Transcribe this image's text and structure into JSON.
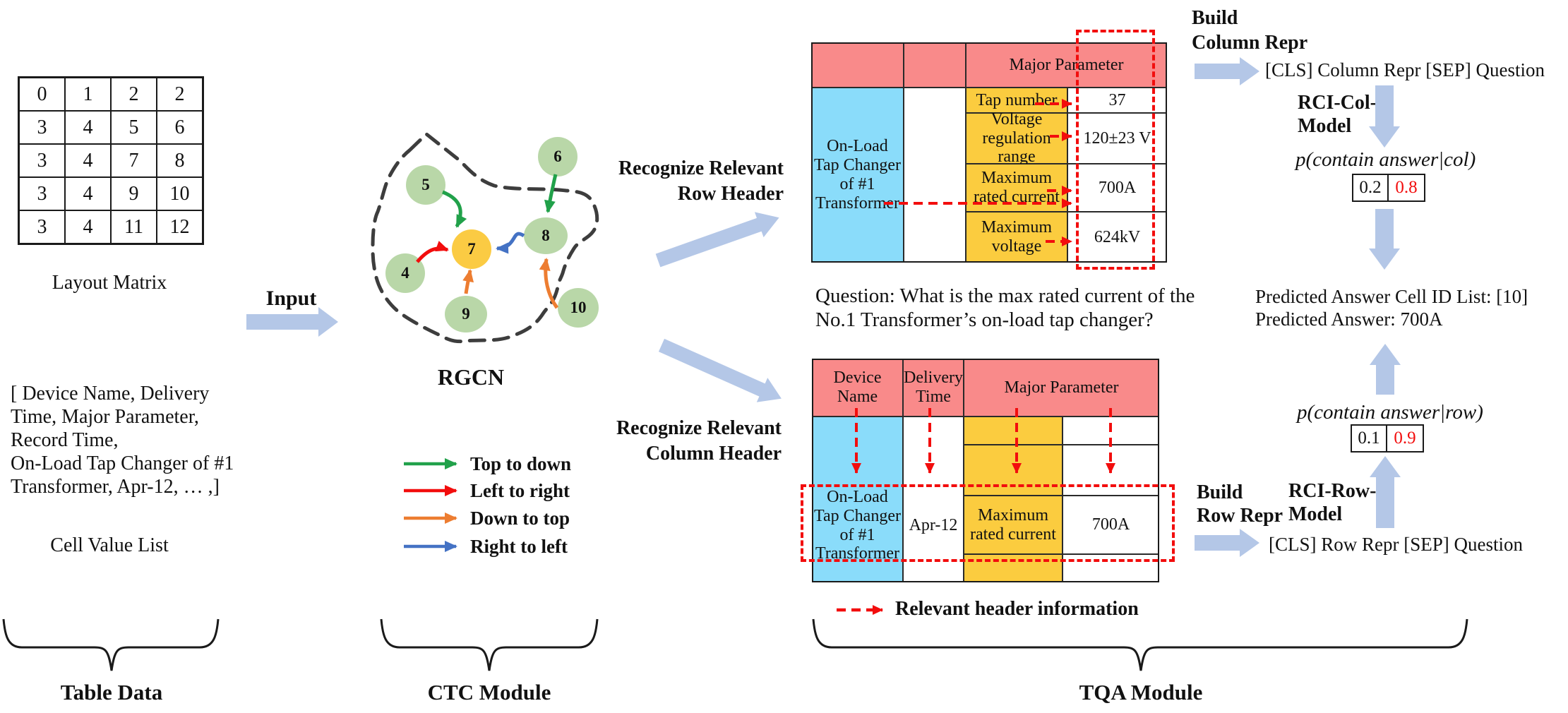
{
  "colors": {
    "header_pink": "#f98a8a",
    "row_header_cyan": "#8adcfa",
    "param_yellow": "#fbcc3f",
    "node_green": "#b9d7a8",
    "node_yellow": "#fbcb43",
    "edge_green": "#21a14a",
    "edge_red": "#f20d0d",
    "edge_orange": "#ed7d31",
    "edge_blue": "#4472c4",
    "flow_arrow_blue": "#b4c7e7"
  },
  "layout_matrix": {
    "caption": "Layout Matrix",
    "rows": [
      [
        "0",
        "1",
        "2",
        "2"
      ],
      [
        "3",
        "4",
        "5",
        "6"
      ],
      [
        "3",
        "4",
        "7",
        "8"
      ],
      [
        "3",
        "4",
        "9",
        "10"
      ],
      [
        "3",
        "4",
        "11",
        "12"
      ]
    ]
  },
  "cell_value_list": {
    "caption": "Cell Value List",
    "text": "[ Device Name, Delivery\nTime, Major Parameter,\nRecord Time,\nOn-Load Tap Changer of #1\nTransformer, Apr-12, … ,]"
  },
  "input_label": "Input",
  "rgcn": {
    "label": "RGCN",
    "nodes": [
      {
        "label": "5"
      },
      {
        "label": "6"
      },
      {
        "label": "7"
      },
      {
        "label": "8"
      },
      {
        "label": "4"
      },
      {
        "label": "9"
      },
      {
        "label": "10"
      }
    ],
    "legend": [
      {
        "label": "Top to down"
      },
      {
        "label": "Left to right"
      },
      {
        "label": "Down to top"
      },
      {
        "label": "Right to left"
      }
    ]
  },
  "flow": {
    "recognize_row": "Recognize Relevant\nRow Header",
    "recognize_col": "Recognize Relevant\nColumn Header",
    "build_col": "Build\nColumn Repr",
    "build_row": "Build\nRow Repr",
    "rci_col": "RCI-Col-\nModel",
    "rci_row": "RCI-Row-\nModel"
  },
  "top_table": {
    "major_header": "Major Parameter",
    "row_header": "On-Load Tap Changer of #1 Transformer",
    "rows": [
      {
        "param": "Tap number",
        "value": "37"
      },
      {
        "param": "Voltage regulation range",
        "value": "120±23 V"
      },
      {
        "param": "Maximum rated current",
        "value": "700A"
      },
      {
        "param": "Maximum voltage",
        "value": "624kV"
      }
    ]
  },
  "question": "Question: What is the max rated current of the\nNo.1 Transformer’s on-load tap changer?",
  "bottom_table": {
    "headers": [
      "Device Name",
      "Delivery Time",
      "Major Parameter"
    ],
    "row_device": "On-Load Tap Changer of #1 Transformer",
    "row_delivery": "Apr-12",
    "row_param": "Maximum rated current",
    "row_value": "700A"
  },
  "right_flow": {
    "cls_col": "[CLS] Column Repr [SEP] Question",
    "p_col": "p(contain answer|col)",
    "prob_col": [
      "0.2",
      "0.8"
    ],
    "predicted": "Predicted Answer Cell ID List:  [10]\nPredicted Answer: 700A",
    "p_row": "p(contain answer|row)",
    "prob_row": [
      "0.1",
      "0.9"
    ],
    "cls_row": "[CLS] Row Repr [SEP] Question"
  },
  "legend_bottom": "Relevant header information",
  "braces": [
    {
      "label": "Table Data"
    },
    {
      "label": "CTC Module"
    },
    {
      "label": "TQA Module"
    }
  ]
}
